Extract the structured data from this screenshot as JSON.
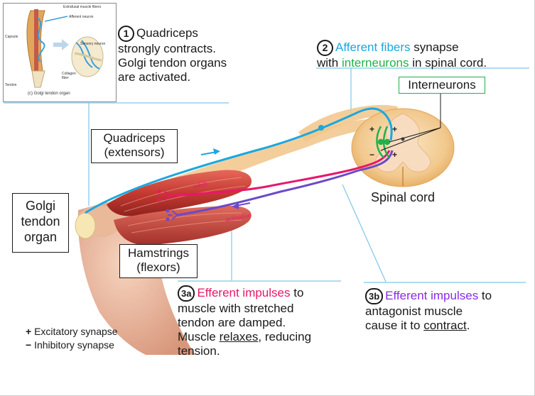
{
  "inset": {
    "labels": {
      "extrafusal": "Extrafusal muscle fibers",
      "afferent": "Afferent neuron",
      "capsule": "Capsule",
      "sensory": "Sensory neuron",
      "collagen": "Collagen fiber",
      "tendon": "Tendon",
      "caption": "(c) Golgi tendon organ"
    }
  },
  "step1": {
    "num": "1",
    "lines": [
      "Quadriceps",
      "strongly contracts.",
      "Golgi tendon organs",
      "are activated."
    ]
  },
  "step2": {
    "num": "2",
    "l1_colored": "Afferent fibers",
    "l1_rest": " synapse",
    "l2_pre": "with ",
    "l2_colored": "interneurons",
    "l2_rest": " in spinal cord."
  },
  "labels": {
    "interneurons": "Interneurons",
    "quadriceps_l1": "Quadriceps",
    "quadriceps_l2": "(extensors)",
    "golgi_l1": "Golgi",
    "golgi_l2": "tendon",
    "golgi_l3": "organ",
    "hamstrings_l1": "Hamstrings",
    "hamstrings_l2": "(flexors)",
    "spinal_cord": "Spinal cord"
  },
  "handwritten": {
    "inhib": "inhib",
    "activation": "activation"
  },
  "step3a": {
    "num": "3a",
    "l1_colored": "Efferent impulses",
    "l1_rest": " to",
    "l2": "muscle with stretched",
    "l3": "tendon are damped.",
    "l4_pre": "Muscle ",
    "l4_u": "relaxes",
    "l4_rest": ", reducing",
    "l5": "tension."
  },
  "step3b": {
    "num": "3b",
    "l1_colored": "Efferent impulses",
    "l1_rest": " to",
    "l2": "antagonist muscle",
    "l3_pre": "cause it to ",
    "l3_u": "contract",
    "l3_rest": "."
  },
  "legend": {
    "excitatory_sym": "+",
    "excitatory": "Excitatory synapse",
    "inhibitory_sym": "−",
    "inhibitory": "Inhibitory synapse"
  },
  "spinal_symbols": [
    "+",
    "+",
    "−",
    "+"
  ],
  "colors": {
    "afferent": "#1aa8e0",
    "interneuron": "#21b14a",
    "efferent_inhib": "#e8176a",
    "efferent_act": "#8a2be2",
    "pointer": "#7fc6e8"
  }
}
